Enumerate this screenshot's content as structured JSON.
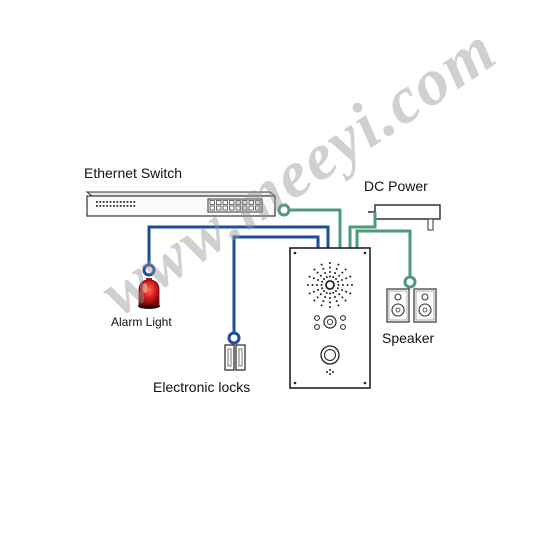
{
  "labels": {
    "ethernet_switch": "Ethernet Switch",
    "dc_power": "DC Power",
    "alarm_light": "Alarm Light",
    "electronic_locks": "Electronic locks",
    "speaker": "Speaker"
  },
  "watermark": "www.meeyi.com",
  "colors": {
    "network_wire": "#1f4e96",
    "power_audio_wire": "#4c9a7a",
    "alarm_red": "#c81818",
    "outline": "#222222"
  },
  "icons": [
    "ethernet-switch-icon",
    "dc-adapter-icon",
    "alarm-light-icon",
    "electronic-lock-icon",
    "speaker-icon",
    "intercom-panel-icon"
  ]
}
